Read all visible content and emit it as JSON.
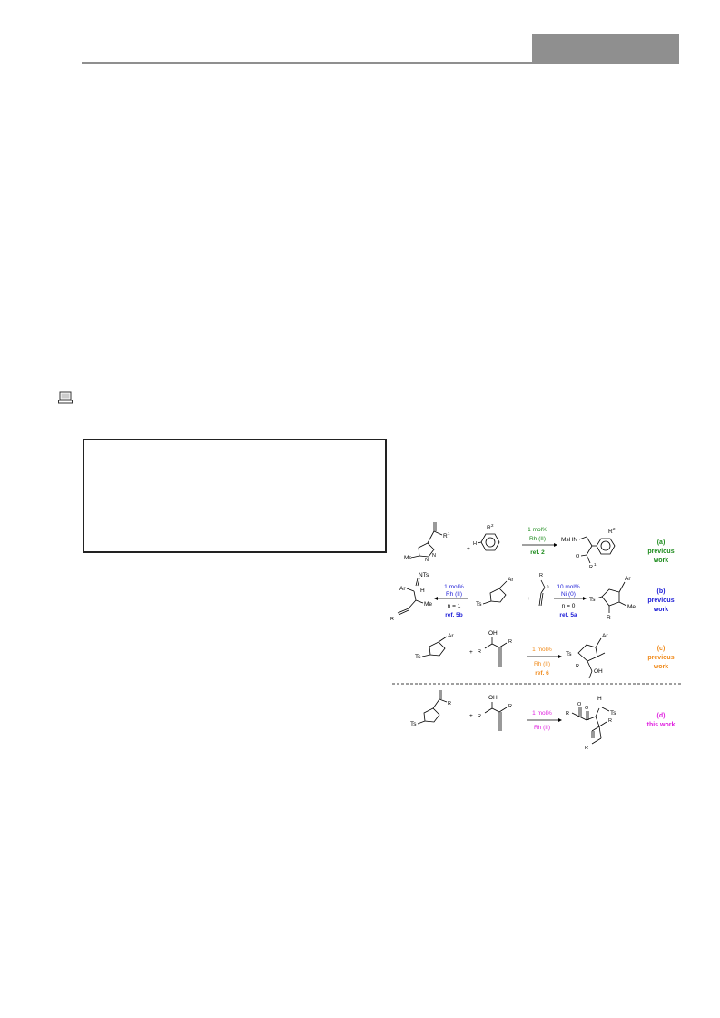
{
  "scheme": {
    "rows": [
      {
        "id": "a",
        "color": "#1a8a1a",
        "label": "(a)",
        "label_sub1": "previous",
        "label_sub2": "work",
        "cond_top": "1 mol%",
        "cond_mid": "Rh (II)",
        "cond_bottom": "ref. 2",
        "reagent_ms": "Ms",
        "reagent_r1": "R",
        "reagent_r2": "R",
        "product_label": "MsHN"
      },
      {
        "id": "b",
        "color": "#1a1ad6",
        "label": "(b)",
        "label_sub1": "previous",
        "label_sub2": "work",
        "cond_left_top": "1 mol%",
        "cond_left_mid": "Rh (II)",
        "cond_left_n": "n = 1",
        "cond_left_ref": "ref. 5b",
        "cond_right_top": "10 mol%",
        "cond_right_mid": "Ni (0)",
        "cond_right_n": "n = 0",
        "cond_right_ref": "ref. 5a",
        "left_nts": "NTs",
        "left_ar": "Ar",
        "left_h": "H",
        "left_me": "Me",
        "ts": "Ts",
        "ar": "Ar",
        "right_ar": "Ar",
        "right_me": "Me",
        "right_ts": "Ts",
        "right_r": "R"
      },
      {
        "id": "c",
        "color": "#f08a1a",
        "label": "(c)",
        "label_sub1": "previous",
        "label_sub2": "work",
        "cond_top": "1 mol%",
        "cond_mid": "Rh (II)",
        "cond_bottom": "ref. 6",
        "ts": "Ts",
        "ar": "Ar",
        "oh": "OH",
        "prod_ts": "Ts",
        "prod_ar": "Ar",
        "prod_oh": "OH"
      },
      {
        "id": "d",
        "color": "#e020e0",
        "label": "(d)",
        "label_sub1": "this work",
        "cond_top": "1 mol%",
        "cond_mid": "Rh (II)",
        "ts": "Ts",
        "oh": "OH",
        "prod_h": "H",
        "prod_ts": "Ts"
      }
    ],
    "plus": "+",
    "atom_n": "N"
  },
  "icons": {
    "laptop": "laptop-icon"
  }
}
